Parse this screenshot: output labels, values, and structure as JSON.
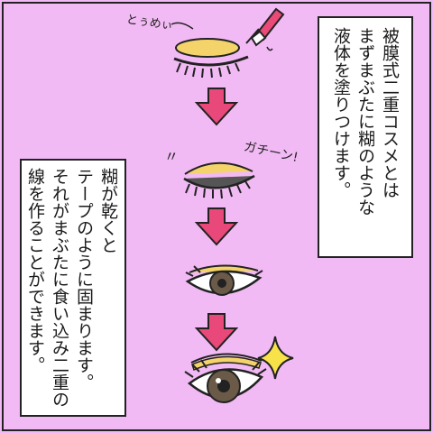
{
  "caption_right": {
    "lines": [
      "被膜式二重コスメとは",
      "まずまぶたに糊のような",
      "液体を塗りつけます。"
    ]
  },
  "caption_left": {
    "lines": [
      "糊が乾くと",
      "テープのように固まります。",
      "それがまぶたに食い込み二重の",
      "線を作ることができます。"
    ]
  },
  "sfx": {
    "spread": "とぅめぃ",
    "snap": "ガチーン!",
    "quiver": "〃"
  },
  "colors": {
    "background": "#F2BAF4",
    "arrow": "#E8487A",
    "glue": "#F4D36B",
    "sparkle": "#F7E24A",
    "brush_tip": "#E94A78"
  }
}
